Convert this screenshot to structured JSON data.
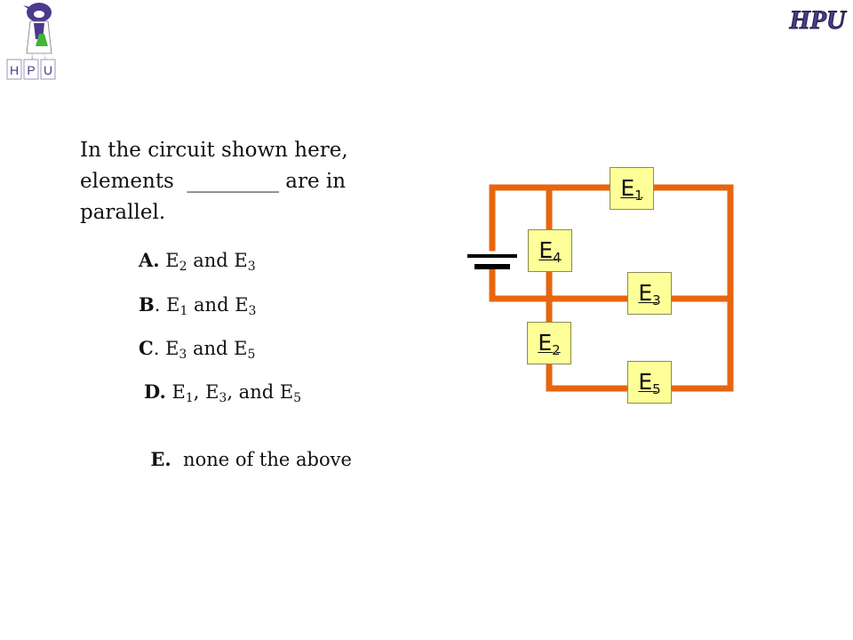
{
  "logos": {
    "left_text": "HPU",
    "left_letters": [
      "H",
      "P",
      "U"
    ],
    "right_text": "HPU"
  },
  "question": {
    "line1": "In the circuit shown here,",
    "line2": "elements  _________ are in",
    "line3": "parallel."
  },
  "options": [
    {
      "letter": "A.",
      "text1": " E",
      "sub1": "2",
      "text2": " and E",
      "sub2": "3",
      "text3": "",
      "sub3": ""
    },
    {
      "letter": "B",
      "text1": ". E",
      "sub1": "1",
      "text2": " and E",
      "sub2": "3",
      "text3": "",
      "sub3": ""
    },
    {
      "letter": "C",
      "text1": ". E",
      "sub1": "3",
      "text2": " and E",
      "sub2": "5",
      "text3": "",
      "sub3": ""
    },
    {
      "letter": "D.",
      "text1": " E",
      "sub1": "1",
      "text2": ", E",
      "sub2": "3",
      "text3": ", and E",
      "sub3": "5"
    },
    {
      "letter": "E.",
      "text1": "  none of the above"
    }
  ],
  "circuit": {
    "wire_color": "#e8650f",
    "element_fill": "#ffff99",
    "elements": [
      {
        "id": "E1",
        "letter": "E",
        "sub": "1"
      },
      {
        "id": "E4",
        "letter": "E",
        "sub": "4"
      },
      {
        "id": "E3",
        "letter": "E",
        "sub": "3"
      },
      {
        "id": "E2",
        "letter": "E",
        "sub": "2"
      },
      {
        "id": "E5",
        "letter": "E",
        "sub": "5"
      }
    ]
  }
}
